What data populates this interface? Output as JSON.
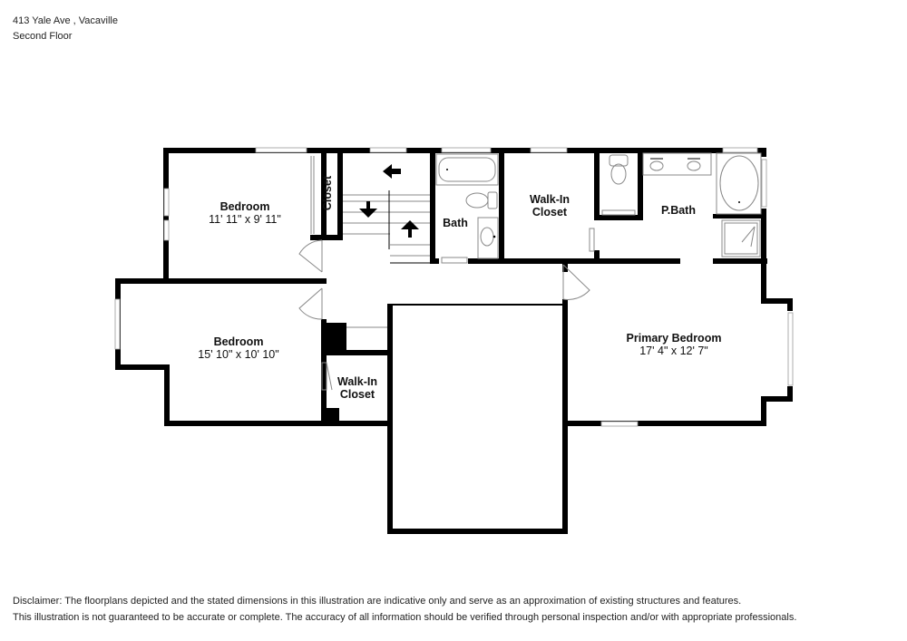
{
  "header": {
    "address": "413 Yale Ave , Vacaville",
    "floor": "Second Floor"
  },
  "rooms": {
    "bedroom_1": {
      "name": "Bedroom",
      "dims": "11' 11\" x 9' 11\""
    },
    "closet": {
      "name": "Closet"
    },
    "bath": {
      "name": "Bath"
    },
    "walkin_closet_1": {
      "name_line1": "Walk-In",
      "name_line2": "Closet"
    },
    "pbath": {
      "name": "P.Bath"
    },
    "bedroom_2": {
      "name": "Bedroom",
      "dims": "15' 10\" x 10' 10\""
    },
    "walkin_closet_2": {
      "name_line1": "Walk-In",
      "name_line2": "Closet"
    },
    "primary_bedroom": {
      "name": "Primary Bedroom",
      "dims": "17' 4\" x 12' 7\""
    }
  },
  "icons": {
    "stairs": "stairs-arrows",
    "toilet": "toilet-fixture",
    "sink": "sink-fixture",
    "bathtub": "bathtub-fixture",
    "shower": "shower-fixture",
    "door": "door-swing"
  },
  "disclaimer": {
    "line1": "Disclaimer: The floorplans depicted and the stated dimensions in this illustration are indicative only and serve as an approximation of existing structures and features.",
    "line2": "This illustration is not guaranteed to be accurate or complete. The accuracy of all information should be verified through personal inspection and/or with appropriate professionals."
  }
}
